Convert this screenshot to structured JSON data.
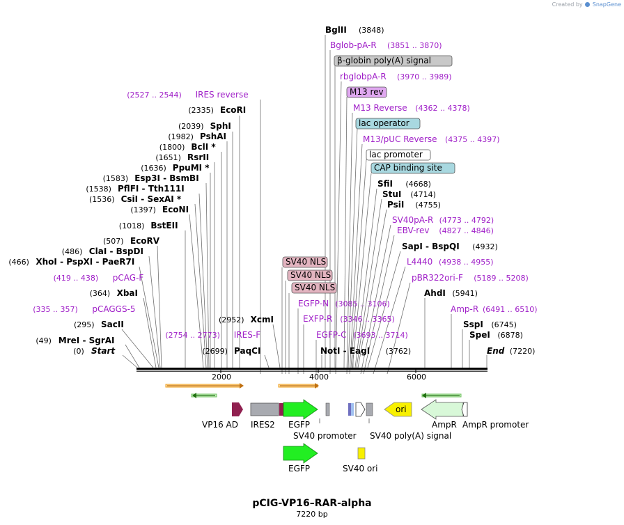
{
  "credit": {
    "prefix": "Created by",
    "brand": "SnapGene"
  },
  "map": {
    "title": "pCIG-VP16–RAR-alpha",
    "size": "7220 bp"
  },
  "ruler": {
    "ticks": [
      "2000",
      "4000",
      "6000"
    ]
  },
  "colors": {
    "enzyme": "#000000",
    "primer": "#a020c8",
    "pink_box": "#e3b4c0",
    "gray_box": "#c8c8c8",
    "purple_box": "#e0a8f0",
    "teal_box": "#a8d8e0",
    "white_box": "#ffffff",
    "egfp": "#22ee22",
    "vp16": "#902050",
    "ires": "#a8aab0",
    "ori": "#f8f000",
    "ampr": "#d8f8d8",
    "orange": "#f0a020"
  },
  "features_left": [
    {
      "pos": "(2527 .. 2544)",
      "name": "IRES reverse",
      "kind": "primer"
    },
    {
      "pos": "(2335)",
      "name": "EcoRI",
      "kind": "enzyme"
    },
    {
      "pos": "(2039)",
      "name": "SphI",
      "kind": "enzyme"
    },
    {
      "pos": "(1982)",
      "name": "PshAI",
      "kind": "enzyme"
    },
    {
      "pos": "(1800)",
      "name": "BclI *",
      "kind": "enzyme"
    },
    {
      "pos": "(1651)",
      "name": "RsrII",
      "kind": "enzyme"
    },
    {
      "pos": "(1636)",
      "name": "PpuMI *",
      "kind": "enzyme"
    },
    {
      "pos": "(1583)",
      "name": "Esp3I - BsmBI",
      "kind": "enzyme"
    },
    {
      "pos": "(1538)",
      "name": "PflFI - Tth111I",
      "kind": "enzyme"
    },
    {
      "pos": "(1536)",
      "name": "CsiI - SexAI *",
      "kind": "enzyme"
    },
    {
      "pos": "(1397)",
      "name": "EcoNI",
      "kind": "enzyme"
    },
    {
      "pos": "(1018)",
      "name": "BstEII",
      "kind": "enzyme"
    },
    {
      "pos": "(507)",
      "name": "EcoRV",
      "kind": "enzyme"
    },
    {
      "pos": "(486)",
      "name": "ClaI - BspDI",
      "kind": "enzyme"
    },
    {
      "pos": "(466)",
      "name": "XhoI - PspXI - PaeR7I",
      "kind": "enzyme"
    },
    {
      "pos": "(419 .. 438)",
      "name": "pCAG-F",
      "kind": "primer"
    },
    {
      "pos": "(364)",
      "name": "XbaI",
      "kind": "enzyme"
    },
    {
      "pos": "(335 .. 357)",
      "name": "pCAGGS-5",
      "kind": "primer"
    },
    {
      "pos": "(295)",
      "name": "SacII",
      "kind": "enzyme"
    },
    {
      "pos": "(49)",
      "name": "MreI - SgrAI",
      "kind": "enzyme"
    },
    {
      "pos": "(0)",
      "name": "Start",
      "kind": "enzyme"
    },
    {
      "pos": "(2952)",
      "name": "XcmI",
      "kind": "enzyme"
    },
    {
      "pos": "(2754 .. 2773)",
      "name": "IRES-F",
      "kind": "primer"
    },
    {
      "pos": "(2699)",
      "name": "PaqCI",
      "kind": "enzyme"
    }
  ],
  "features_top": [
    {
      "name": "BglII",
      "pos": "(3848)",
      "kind": "enzyme"
    },
    {
      "name": "Bglob-pA-R",
      "pos": "(3851 .. 3870)",
      "kind": "primer"
    },
    {
      "name": "β-globin poly(A) signal",
      "pos": "",
      "kind": "gray_box"
    },
    {
      "name": "rbglobpA-R",
      "pos": "(3970 .. 3989)",
      "kind": "primer"
    },
    {
      "name": "M13 rev",
      "pos": "",
      "kind": "purple_box"
    },
    {
      "name": "M13 Reverse",
      "pos": "(4362 .. 4378)",
      "kind": "primer"
    },
    {
      "name": "lac operator",
      "pos": "",
      "kind": "teal_box"
    },
    {
      "name": "M13/pUC Reverse",
      "pos": "(4375 .. 4397)",
      "kind": "primer"
    },
    {
      "name": "lac promoter",
      "pos": "",
      "kind": "white_box"
    },
    {
      "name": "CAP binding site",
      "pos": "",
      "kind": "teal_box"
    },
    {
      "name": "SfiI",
      "pos": "(4668)",
      "kind": "enzyme"
    },
    {
      "name": "StuI",
      "pos": "(4714)",
      "kind": "enzyme"
    },
    {
      "name": "PsiI",
      "pos": "(4755)",
      "kind": "enzyme"
    },
    {
      "name": "SV40pA-R",
      "pos": "(4773 .. 4792)",
      "kind": "primer"
    },
    {
      "name": "EBV-rev",
      "pos": "(4827 .. 4846)",
      "kind": "primer"
    },
    {
      "name": "SapI - BspQI",
      "pos": "(4932)",
      "kind": "enzyme"
    },
    {
      "name": "L4440",
      "pos": "(4938 .. 4955)",
      "kind": "primer"
    },
    {
      "name": "pBR322ori-F",
      "pos": "(5189 .. 5208)",
      "kind": "primer"
    },
    {
      "name": "AhdI",
      "pos": "(5941)",
      "kind": "enzyme"
    },
    {
      "name": "Amp-R",
      "pos": "(6491 .. 6510)",
      "kind": "primer"
    },
    {
      "name": "SspI",
      "pos": "(6745)",
      "kind": "enzyme"
    },
    {
      "name": "SpeI",
      "pos": "(6878)",
      "kind": "enzyme"
    },
    {
      "name": "End",
      "pos": "(7220)",
      "kind": "enzyme"
    }
  ],
  "features_mid": [
    {
      "name": "SV40 NLS",
      "kind": "pink_box"
    },
    {
      "name": "SV40 NLS",
      "kind": "pink_box"
    },
    {
      "name": "SV40 NLS",
      "kind": "pink_box"
    },
    {
      "name": "EGFP-N",
      "pos": "(3085 .. 3106)",
      "kind": "primer"
    },
    {
      "name": "EXFP-R",
      "pos": "(3346 .. 3365)",
      "kind": "primer"
    },
    {
      "name": "EGFP-C",
      "pos": "(3693 .. 3714)",
      "kind": "primer"
    },
    {
      "name": "NotI - EagI",
      "pos": "(3762)",
      "kind": "enzyme"
    }
  ],
  "track_labels": {
    "vp16": "VP16 AD",
    "ires2": "IRES2",
    "egfp": "EGFP",
    "sv40_promoter": "SV40 promoter",
    "sv40_polya": "SV40 poly(A) signal",
    "ori": "ori",
    "ampr": "AmpR",
    "ampr_promoter": "AmpR promoter",
    "egfp2": "EGFP",
    "sv40_ori": "SV40 ori"
  }
}
